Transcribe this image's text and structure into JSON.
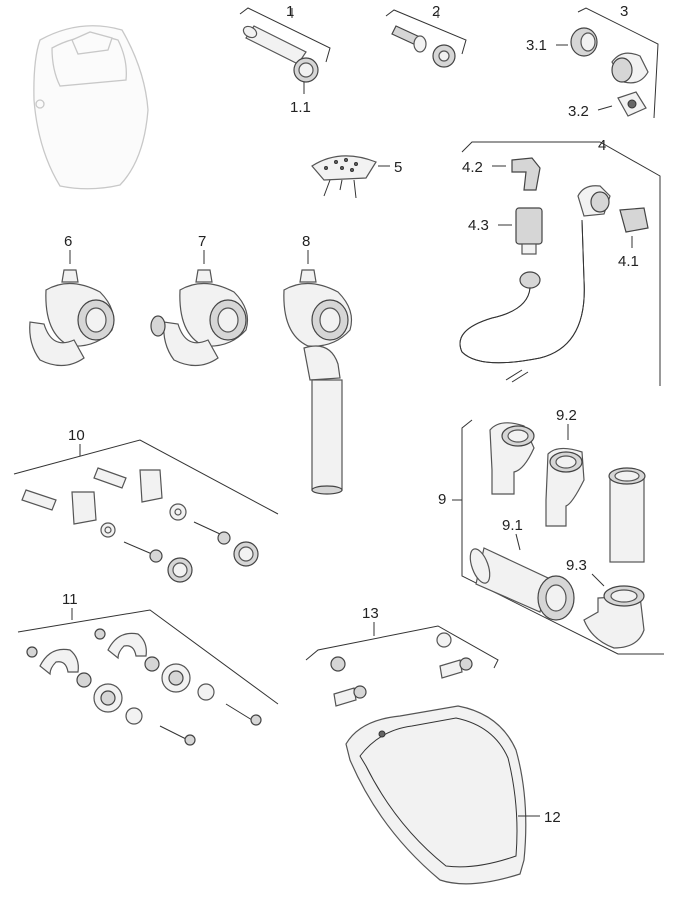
{
  "labels": {
    "p1": "1",
    "p1_1": "1.1",
    "p2": "2",
    "p3": "3",
    "p3_1": "3.1",
    "p3_2": "3.2",
    "p4": "4",
    "p4_1": "4.1",
    "p4_2": "4.2",
    "p4_3": "4.3",
    "p5": "5",
    "p6": "6",
    "p7": "7",
    "p8": "8",
    "p9": "9",
    "p9_1": "9.1",
    "p9_2": "9.2",
    "p9_3": "9.3",
    "p10": "10",
    "p11": "11",
    "p12": "12",
    "p13": "13"
  }
}
